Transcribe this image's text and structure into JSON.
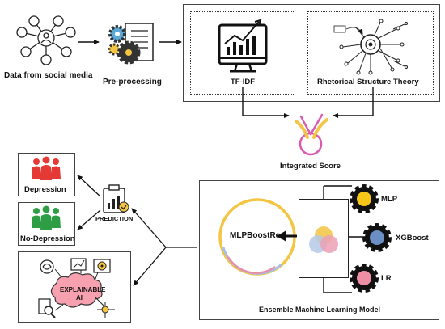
{
  "nodes": {
    "social": "Data from social media",
    "preproc": "Pre-processing",
    "tfidf": "TF-IDF",
    "rst": "Rhetorical Structure Theory",
    "integrated": "Integrated Score",
    "depression": "Depression",
    "no_depression": "No-Depression",
    "prediction": "PREDICTION",
    "xai_line1": "EXPLAINABLE",
    "xai_line2": "AI",
    "mlpboostreg": "MLPBoostReg",
    "mlp": "MLP",
    "xgboost": "XGBoost",
    "lr": "LR",
    "ensemble": "Ensemble Machine Learning Model"
  },
  "colors": {
    "depression": "#e53935",
    "no_depression": "#2e9e44",
    "gear_mlp": "#f5c518",
    "gear_xgboost": "#6b8fc4",
    "gear_lr": "#ee8fa6",
    "integrated_pink": "#d95ab0",
    "integrated_yellow": "#f4c542",
    "xai_cloud": "#f7a0b0"
  }
}
